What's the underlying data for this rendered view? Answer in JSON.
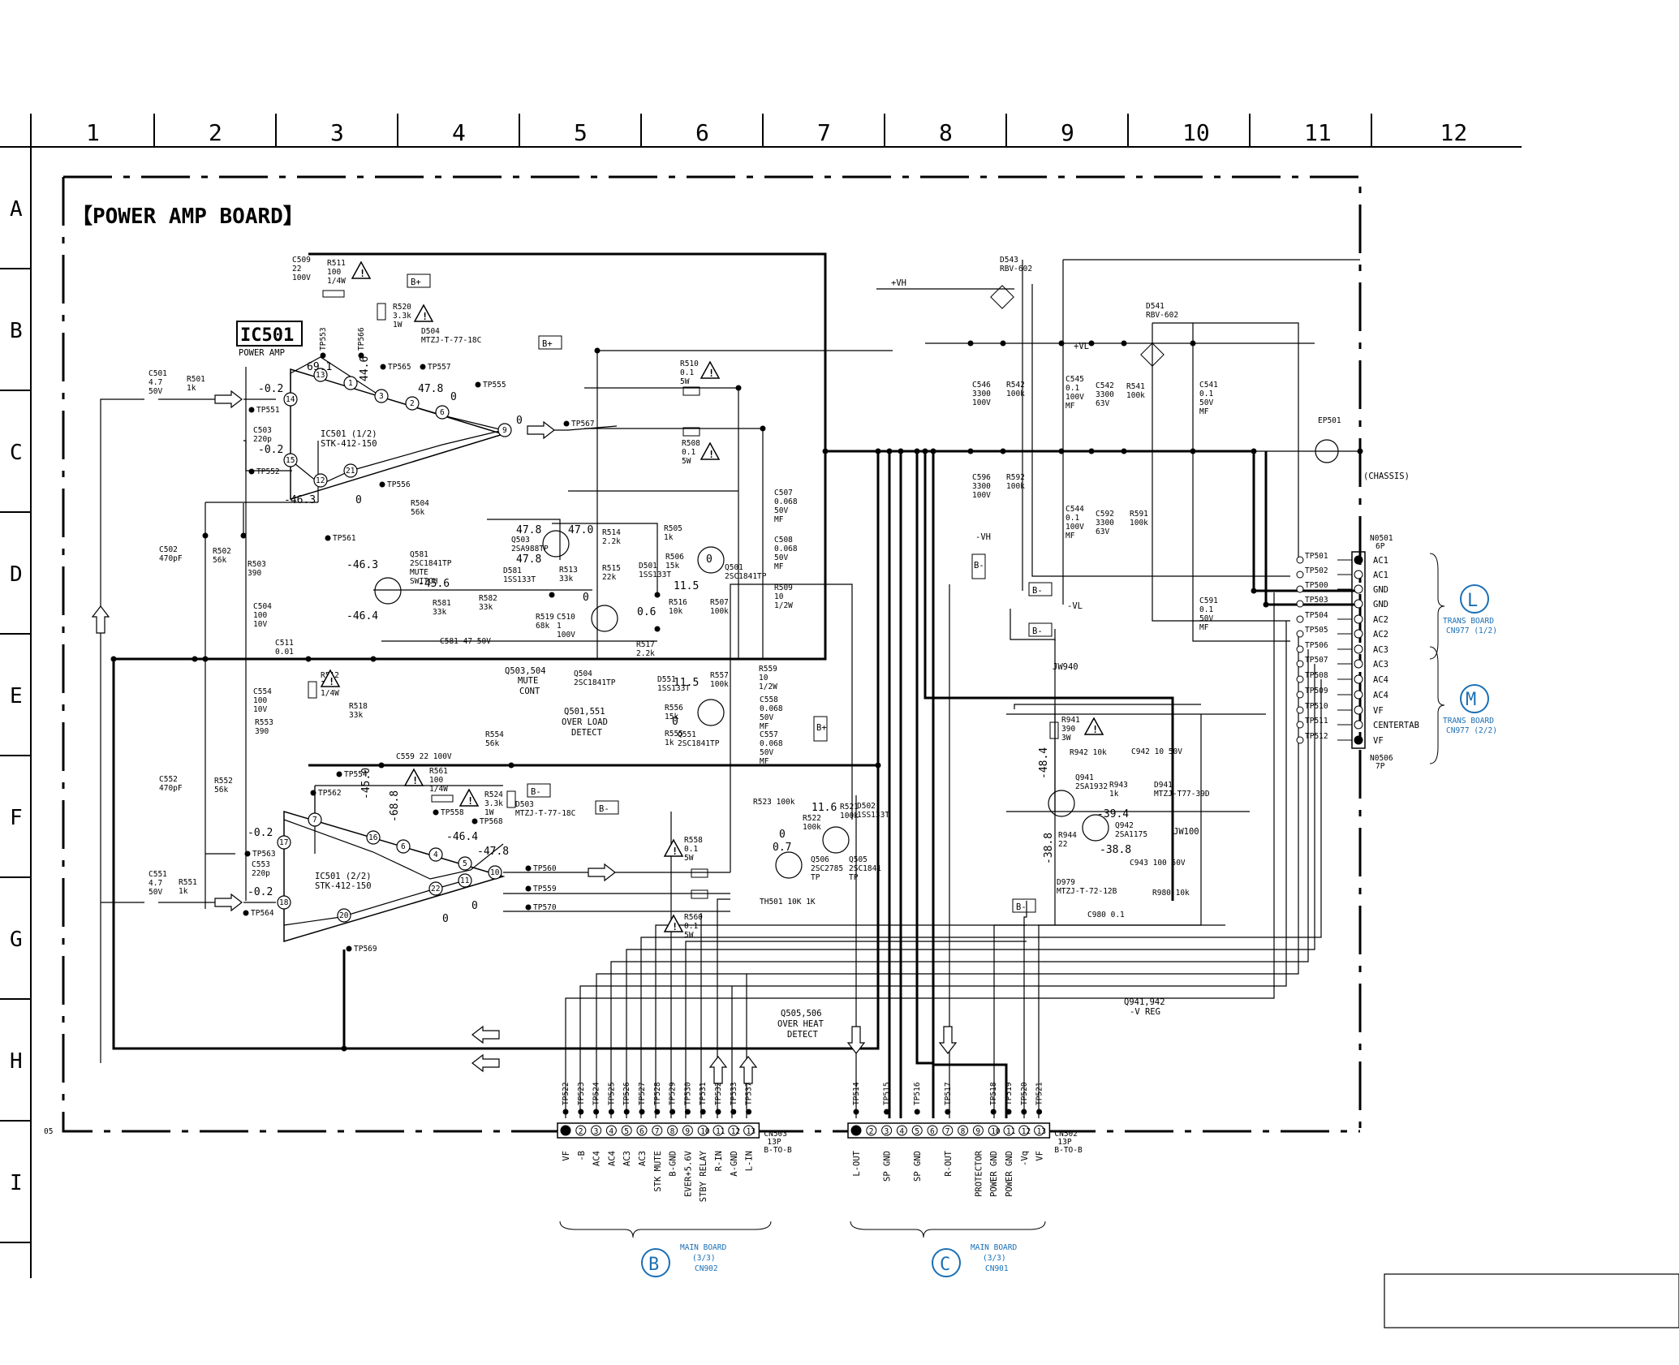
{
  "board": {
    "title": "【POWER AMP BOARD】",
    "ic_name": "IC501",
    "ic_subtitle": "POWER AMP",
    "ic_half1": [
      "IC501 (1/2)",
      "STK-412-150"
    ],
    "ic_half2": [
      "IC501 (2/2)",
      "STK-412-150"
    ],
    "page_ref": "05"
  },
  "grid": {
    "columns": [
      "1",
      "2",
      "3",
      "4",
      "5",
      "6",
      "7",
      "8",
      "9",
      "10",
      "11",
      "12"
    ],
    "rows": [
      "A",
      "B",
      "C",
      "D",
      "E",
      "F",
      "G",
      "H",
      "I"
    ]
  },
  "components": [
    {
      "ref": "C509",
      "lines": [
        "C509",
        "22",
        "100V"
      ]
    },
    {
      "ref": "R511",
      "lines": [
        "R511",
        "100",
        "1/4W"
      ]
    },
    {
      "ref": "R520",
      "lines": [
        "R520",
        "3.3k",
        "1W"
      ]
    },
    {
      "ref": "D504",
      "lines": [
        "D504",
        "MTZJ-T-77-18C"
      ]
    },
    {
      "ref": "C501",
      "lines": [
        "C501",
        "4.7",
        "50V"
      ]
    },
    {
      "ref": "R501",
      "lines": [
        "R501",
        "1k"
      ]
    },
    {
      "ref": "C503",
      "lines": [
        "C503",
        "220p"
      ]
    },
    {
      "ref": "R504",
      "lines": [
        "R504",
        "56k"
      ]
    },
    {
      "ref": "C502",
      "lines": [
        "C502",
        "470pF"
      ]
    },
    {
      "ref": "R502",
      "lines": [
        "R502",
        "56k"
      ]
    },
    {
      "ref": "R503",
      "lines": [
        "R503",
        "390"
      ]
    },
    {
      "ref": "C504",
      "lines": [
        "C504",
        "100",
        "10V"
      ]
    },
    {
      "ref": "C511",
      "lines": [
        "C511",
        "0.01"
      ]
    },
    {
      "ref": "Q581",
      "lines": [
        "Q581",
        "2SC1841TP",
        "MUTE",
        "SWITCH"
      ]
    },
    {
      "ref": "D581",
      "lines": [
        "D581",
        "1SS133T"
      ]
    },
    {
      "ref": "R582",
      "lines": [
        "R582",
        "33k"
      ]
    },
    {
      "ref": "R581",
      "lines": [
        "R581",
        "33k"
      ]
    },
    {
      "ref": "C581",
      "lines": [
        "C581 47 50V"
      ]
    },
    {
      "ref": "Q503",
      "lines": [
        "Q503",
        "2SA988TP"
      ]
    },
    {
      "ref": "R513",
      "lines": [
        "R513",
        "33k"
      ]
    },
    {
      "ref": "R514",
      "lines": [
        "R514",
        "2.2k"
      ]
    },
    {
      "ref": "R515",
      "lines": [
        "R515",
        "22k"
      ]
    },
    {
      "ref": "R519",
      "lines": [
        "R519",
        "68k"
      ]
    },
    {
      "ref": "C510",
      "lines": [
        "C510",
        "1",
        "100V"
      ]
    },
    {
      "ref": "Q504",
      "lines": [
        "Q504",
        "2SC1841TP"
      ]
    },
    {
      "ref": "R517",
      "lines": [
        "R517",
        "2.2k"
      ]
    },
    {
      "ref": "R510",
      "lines": [
        "R510",
        "0.1",
        "5W"
      ]
    },
    {
      "ref": "R508",
      "lines": [
        "R508",
        "0.1",
        "5W"
      ]
    },
    {
      "ref": "R505",
      "lines": [
        "R505",
        "1k"
      ]
    },
    {
      "ref": "R506",
      "lines": [
        "R506",
        "15k"
      ]
    },
    {
      "ref": "D501",
      "lines": [
        "D501",
        "1SS133T"
      ]
    },
    {
      "ref": "R516",
      "lines": [
        "R516",
        "10k"
      ]
    },
    {
      "ref": "Q501",
      "lines": [
        "Q501",
        "2SC1841TP"
      ]
    },
    {
      "ref": "R507",
      "lines": [
        "R507",
        "100k"
      ]
    },
    {
      "ref": "C507",
      "lines": [
        "C507",
        "0.068",
        "50V",
        "MF"
      ]
    },
    {
      "ref": "C508",
      "lines": [
        "C508",
        "0.068",
        "50V",
        "MF"
      ]
    },
    {
      "ref": "R509",
      "lines": [
        "R509",
        "10",
        "1/2W"
      ]
    },
    {
      "ref": "R559",
      "lines": [
        "R559",
        "10",
        "1/2W"
      ]
    },
    {
      "ref": "D551",
      "lines": [
        "D551",
        "1SS133T"
      ]
    },
    {
      "ref": "R557",
      "lines": [
        "R557",
        "100k"
      ]
    },
    {
      "ref": "R556",
      "lines": [
        "R556",
        "15k"
      ]
    },
    {
      "ref": "Q551",
      "lines": [
        "Q551",
        "2SC1841TP"
      ]
    },
    {
      "ref": "R555",
      "lines": [
        "R555",
        "1k"
      ]
    },
    {
      "ref": "C558",
      "lines": [
        "C558",
        "0.068",
        "50V",
        "MF"
      ]
    },
    {
      "ref": "C557",
      "lines": [
        "C557",
        "0.068",
        "50V",
        "MF"
      ]
    },
    {
      "ref": "R512",
      "lines": [
        "R512",
        "1",
        "1/4W"
      ]
    },
    {
      "ref": "R518",
      "lines": [
        "R518",
        "33k"
      ]
    },
    {
      "ref": "C554",
      "lines": [
        "C554",
        "100",
        "10V"
      ]
    },
    {
      "ref": "R553",
      "lines": [
        "R553",
        "390"
      ]
    },
    {
      "ref": "R554",
      "lines": [
        "R554",
        "56k"
      ]
    },
    {
      "ref": "C552",
      "lines": [
        "C552",
        "470pF"
      ]
    },
    {
      "ref": "R552",
      "lines": [
        "R552",
        "56k"
      ]
    },
    {
      "ref": "C559",
      "lines": [
        "C559 22 100V"
      ]
    },
    {
      "ref": "R561",
      "lines": [
        "R561",
        "100",
        "1/4W"
      ]
    },
    {
      "ref": "R524",
      "lines": [
        "R524",
        "3.3k",
        "1W"
      ]
    },
    {
      "ref": "D503",
      "lines": [
        "D503",
        "MTZJ-T-77-18C"
      ]
    },
    {
      "ref": "C551",
      "lines": [
        "C551",
        "4.7",
        "50V"
      ]
    },
    {
      "ref": "R551",
      "lines": [
        "R551",
        "1k"
      ]
    },
    {
      "ref": "C553",
      "lines": [
        "C553",
        "220p"
      ]
    },
    {
      "ref": "R558",
      "lines": [
        "R558",
        "0.1",
        "5W"
      ]
    },
    {
      "ref": "R560",
      "lines": [
        "R560",
        "0.1",
        "5W"
      ]
    },
    {
      "ref": "R523",
      "lines": [
        "R523 100k"
      ]
    },
    {
      "ref": "R522",
      "lines": [
        "R522",
        "100k"
      ]
    },
    {
      "ref": "R521",
      "lines": [
        "R521",
        "100k"
      ]
    },
    {
      "ref": "D502",
      "lines": [
        "D502",
        "1SS133T"
      ]
    },
    {
      "ref": "Q506",
      "lines": [
        "Q506",
        "2SC2785",
        "TP"
      ]
    },
    {
      "ref": "Q505",
      "lines": [
        "Q505",
        "2SC1841",
        "TP"
      ]
    },
    {
      "ref": "TH501",
      "lines": [
        "TH501 10K 1K"
      ]
    },
    {
      "ref": "D543",
      "lines": [
        "D543",
        "RBV-602"
      ]
    },
    {
      "ref": "D541",
      "lines": [
        "D541",
        "RBV-602"
      ]
    },
    {
      "ref": "C546",
      "lines": [
        "C546",
        "3300",
        "100V"
      ]
    },
    {
      "ref": "R542",
      "lines": [
        "R542",
        "100k"
      ]
    },
    {
      "ref": "C545",
      "lines": [
        "C545",
        "0.1",
        "100V",
        "MF"
      ]
    },
    {
      "ref": "C542",
      "lines": [
        "C542",
        "3300",
        "63V"
      ]
    },
    {
      "ref": "R541",
      "lines": [
        "R541",
        "100k"
      ]
    },
    {
      "ref": "C541",
      "lines": [
        "C541",
        "0.1",
        "50V",
        "MF"
      ]
    },
    {
      "ref": "C596",
      "lines": [
        "C596",
        "3300",
        "100V"
      ]
    },
    {
      "ref": "R592",
      "lines": [
        "R592",
        "100k"
      ]
    },
    {
      "ref": "C544",
      "lines": [
        "C544",
        "0.1",
        "100V",
        "MF"
      ]
    },
    {
      "ref": "C592",
      "lines": [
        "C592",
        "3300",
        "63V"
      ]
    },
    {
      "ref": "R591",
      "lines": [
        "R591",
        "100k"
      ]
    },
    {
      "ref": "C591",
      "lines": [
        "C591",
        "0.1",
        "50V",
        "MF"
      ]
    },
    {
      "ref": "EP501",
      "lines": [
        "EP501"
      ]
    },
    {
      "ref": "R941",
      "lines": [
        "R941",
        "390",
        "3W"
      ]
    },
    {
      "ref": "R942",
      "lines": [
        "R942 10k"
      ]
    },
    {
      "ref": "C942",
      "lines": [
        "C942 10 50V"
      ]
    },
    {
      "ref": "Q941",
      "lines": [
        "Q941",
        "2SA1932"
      ]
    },
    {
      "ref": "R943",
      "lines": [
        "R943",
        "1k"
      ]
    },
    {
      "ref": "D941",
      "lines": [
        "D941",
        "MTZJ-T77-39D"
      ]
    },
    {
      "ref": "Q942",
      "lines": [
        "Q942",
        "2SA1175"
      ]
    },
    {
      "ref": "R944",
      "lines": [
        "R944",
        "22"
      ]
    },
    {
      "ref": "C943",
      "lines": [
        "C943 100 50V"
      ]
    },
    {
      "ref": "D979",
      "lines": [
        "D979",
        "MTZJ-T-72-12B"
      ]
    },
    {
      "ref": "R980",
      "lines": [
        "R980 10k"
      ]
    },
    {
      "ref": "C980",
      "lines": [
        "C980 0.1"
      ]
    }
  ],
  "voltages": [
    "69.1",
    "44.6",
    "-0.2",
    "47.8",
    "0",
    "0",
    "-0.2",
    "-46.3",
    "0",
    "47.8",
    "47.0",
    "47.8",
    "-46.3",
    "-45.6",
    "-46.4",
    "0",
    "0.6",
    "11.5",
    "0",
    "11.5",
    "0",
    "-0.2",
    "-0.2",
    "-45.0",
    "-68.8",
    "-46.4",
    "-47.8",
    "0",
    "0",
    "11.6",
    "0",
    "0.7",
    "-48.4",
    "-39.4",
    "-38.8",
    "-38.8"
  ],
  "annotations": {
    "plus_vh": "+VH",
    "plus_vl": "+VL",
    "minus_vh": "-VH",
    "minus_vl": "-VL",
    "chassis": "(CHASSIS)",
    "mute_cont": [
      "Q503,504",
      "MUTE",
      "CONT"
    ],
    "overload": [
      "Q501,551",
      "OVER LOAD",
      "DETECT"
    ],
    "overheat": [
      "Q505,506",
      "OVER HEAT",
      "DETECT"
    ],
    "vreg": [
      "Q941,942",
      "-V REG"
    ],
    "jw940": "JW940",
    "jw100": "JW100",
    "b_plus": "B+",
    "b_minus": "B-"
  },
  "test_points_top": [
    "TP553",
    "TP566",
    "TP565",
    "TP557",
    "TP555",
    "TP551",
    "TP552",
    "TP567",
    "TP556",
    "TP561",
    "TP554",
    "TP562",
    "TP558",
    "TP568",
    "TP563",
    "TP564",
    "TP560",
    "TP559",
    "TP570",
    "TP569"
  ],
  "connector_right": {
    "ref": "N0501",
    "pins_label": "6P",
    "ref2": "N0506",
    "pins_label2": "7P",
    "tps": [
      "TP501",
      "TP502",
      "TP500",
      "TP503",
      "TP504",
      "TP505",
      "TP506",
      "TP507",
      "TP508",
      "TP509",
      "TP510",
      "TP511",
      "TP512"
    ],
    "signals": [
      "AC1",
      "AC1",
      "GND",
      "GND",
      "AC2",
      "AC2",
      "AC3",
      "AC3",
      "AC4",
      "AC4",
      "VF",
      "CENTERTAB",
      "VF"
    ]
  },
  "trans_boards": [
    {
      "letter": "L",
      "lines": [
        "TRANS BOARD",
        "CN977 (1/2)"
      ]
    },
    {
      "letter": "M",
      "lines": [
        "TRANS BOARD",
        "CN977 (2/2)"
      ]
    }
  ],
  "cn503": {
    "ref": "CN503",
    "lines": [
      "13P",
      "B-TO-B"
    ],
    "tps": [
      "TP522",
      "TP523",
      "TP524",
      "TP525",
      "TP526",
      "TP527",
      "TP528",
      "TP529",
      "TP530",
      "TP531",
      "TP532",
      "TP533",
      "TP537"
    ],
    "signals": [
      "VF",
      "-B",
      "AC4",
      "AC4",
      "AC3",
      "AC3",
      "STK MUTE",
      "B-GND",
      "EVER+5.6V",
      "STBY RELAY",
      "R-IN",
      "A-GND",
      "L-IN"
    ],
    "board": {
      "letter": "B",
      "lines": [
        "MAIN BOARD",
        "(3/3)",
        "CN902"
      ]
    }
  },
  "cn502": {
    "ref": "CN502",
    "lines": [
      "13P",
      "B-TO-B"
    ],
    "tps": [
      "TP514",
      "",
      "TP515",
      "TP516",
      "",
      "TP517",
      "",
      "TP518",
      "TP519",
      "TP520",
      "TP521"
    ],
    "signals": [
      "L-OUT",
      "",
      "SP GND",
      "",
      "SP GND",
      "",
      "R-OUT",
      "",
      "PROTECTOR",
      "POWER GND",
      "POWER GND",
      "-Vq",
      "VF"
    ],
    "board": {
      "letter": "C",
      "lines": [
        "MAIN BOARD",
        "(3/3)",
        "CN901"
      ]
    }
  }
}
